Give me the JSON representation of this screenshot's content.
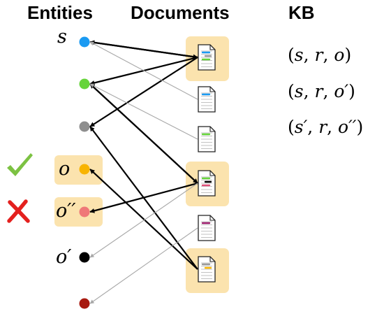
{
  "headers": {
    "entities": "Entities",
    "documents": "Documents",
    "kb": "KB"
  },
  "entity_labels": {
    "s": "s",
    "o": "o",
    "o_double_prime": "o′′",
    "o_prime": "o′"
  },
  "kb_triples": [
    {
      "open": "(",
      "subj": "s",
      "sep1": ", ",
      "rel": "r",
      "sep2": ", ",
      "obj": "o",
      "close": ")"
    },
    {
      "open": "(",
      "subj": "s",
      "sep1": ", ",
      "rel": "r",
      "sep2": ", ",
      "obj": "o′",
      "close": ")"
    },
    {
      "open": "(",
      "subj": "s′",
      "sep1": ", ",
      "rel": "r",
      "sep2": ", ",
      "obj": "o′′",
      "close": ")"
    }
  ],
  "entities": [
    {
      "id": "s",
      "color": "#1a9af2",
      "highlighted": false,
      "status": ""
    },
    {
      "id": "e2",
      "color": "#66d43a",
      "highlighted": false,
      "status": ""
    },
    {
      "id": "e3",
      "color": "#8e8e8e",
      "highlighted": false,
      "status": ""
    },
    {
      "id": "o",
      "color": "#f8b400",
      "highlighted": true,
      "status": "correct"
    },
    {
      "id": "o_double_prime",
      "color": "#ef7878",
      "highlighted": true,
      "status": "wrong"
    },
    {
      "id": "o_prime",
      "color": "#000000",
      "highlighted": false,
      "status": ""
    },
    {
      "id": "e7",
      "color": "#a81a10",
      "highlighted": false,
      "status": ""
    }
  ],
  "documents": [
    {
      "id": "d1",
      "highlighted": true,
      "lines": [
        "#1a9af2",
        "#999999",
        "#66d43a"
      ]
    },
    {
      "id": "d2",
      "highlighted": false,
      "lines": [
        "#1a9af2"
      ]
    },
    {
      "id": "d3",
      "highlighted": false,
      "lines": [
        "#66d43a"
      ]
    },
    {
      "id": "d4",
      "highlighted": true,
      "lines": [
        "#66d43a",
        "#000000",
        "#e0507a"
      ]
    },
    {
      "id": "d5",
      "highlighted": false,
      "lines": [
        "#9a1a6a"
      ]
    },
    {
      "id": "d6",
      "highlighted": true,
      "lines": [
        "#999999",
        "#f8b400"
      ]
    }
  ],
  "links": [
    {
      "from": "d1",
      "to": "s",
      "style": "bold"
    },
    {
      "from": "s",
      "to": "d1",
      "style": "bold"
    },
    {
      "from": "d1",
      "to": "e2",
      "style": "bold"
    },
    {
      "from": "d1",
      "to": "e3",
      "style": "bold"
    },
    {
      "from": "d4",
      "to": "e2",
      "style": "bold"
    },
    {
      "from": "e2",
      "to": "d4",
      "style": "bold"
    },
    {
      "from": "d4",
      "to": "o_double_prime",
      "style": "bold"
    },
    {
      "from": "d6",
      "to": "e3",
      "style": "bold"
    },
    {
      "from": "d6",
      "to": "o",
      "style": "bold"
    },
    {
      "from": "d2",
      "to": "s",
      "style": "light"
    },
    {
      "from": "d3",
      "to": "e2",
      "style": "light"
    },
    {
      "from": "d4",
      "to": "o_prime",
      "style": "light"
    },
    {
      "from": "d5",
      "to": "e7",
      "style": "light"
    }
  ],
  "colors": {
    "highlight": "#fbe3ae",
    "check": "#7cc242",
    "cross": "#e4201e",
    "bold_edge": "#000000",
    "light_edge": "#a8a8a8"
  }
}
